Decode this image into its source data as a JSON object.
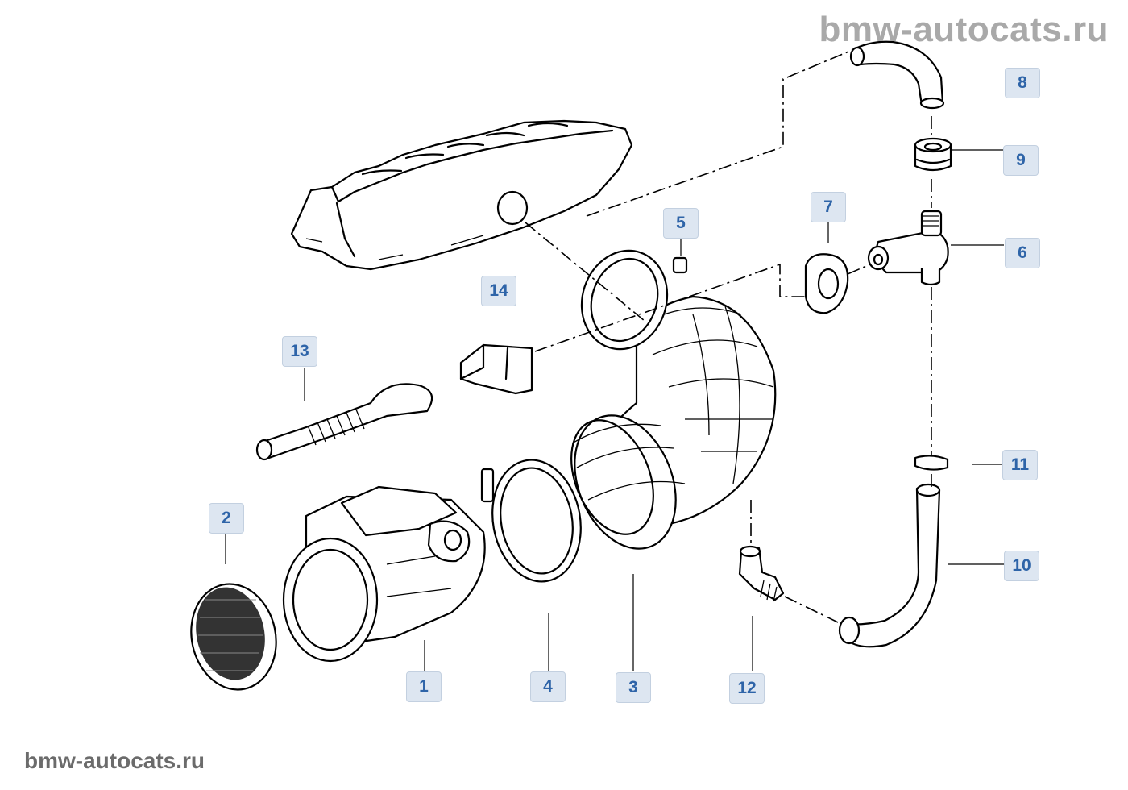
{
  "watermark_top": "bmw-autocats.ru",
  "watermark_bottom": "bmw-autocats.ru",
  "callouts": [
    "1",
    "2",
    "3",
    "4",
    "5",
    "6",
    "7",
    "8",
    "9",
    "10",
    "11",
    "12",
    "13",
    "14"
  ],
  "colors": {
    "callout_bg": "#dde6f1",
    "callout_text": "#2e64a8",
    "line": "#000000"
  }
}
